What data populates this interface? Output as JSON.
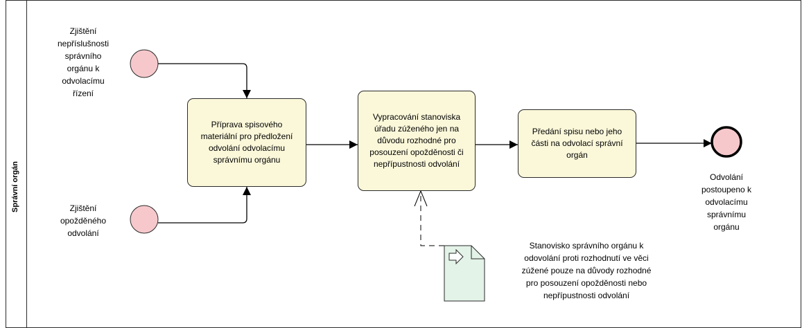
{
  "lane": {
    "label": "Správní orgán"
  },
  "start_events": {
    "upper": "Zjištění\nnepříslušnosti\nsprávního\norgánu k\nodvolacímu\nřízení",
    "lower": "Zjištění\nopožděného\nodvolání"
  },
  "tasks": {
    "prepare": "Příprava spisového materiální pro předložení odvolání odvolacímu správnímu orgánu",
    "opinion": "Vypracování stanoviska úřadu zúženého jen na důvodu rozhodné pro posouzení opožděnosti či nepřípustnosti odvolání",
    "handover": "Předání spisu nebo jeho části na odvolací správní orgán"
  },
  "end_event": {
    "label": "Odvolání\npostoupeno k\nodvolacímu\nsprávnímu\norgánu"
  },
  "artifact": {
    "label": "Stanovisko správního orgánu k\nodovolání proti rozhodnutí ve věci\nzúžené pouze na důvody rozhodné\npro posouzení opožděnosti nebo\nnepřípustnosti odvolání"
  },
  "colors": {
    "event_fill": "#f6c8cc",
    "task_fill": "#fbf8da",
    "document_fill": "#e3f3e8",
    "stroke": "#2a2a2a"
  }
}
